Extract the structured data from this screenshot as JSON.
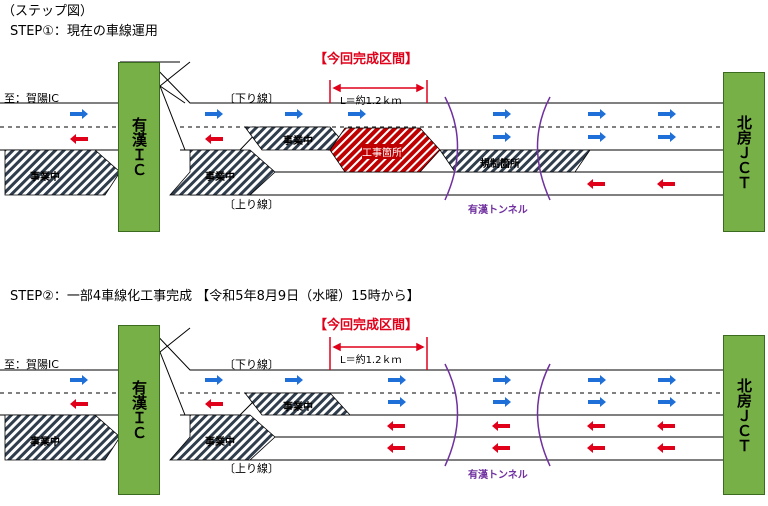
{
  "header": {
    "title": "（ステップ図）"
  },
  "step1": {
    "caption": "STEP①：現在の車線運用",
    "section_title": "【今回完成区間】",
    "length": "L＝約1.2ｋｍ",
    "to_label": "至：賀陽IC",
    "down_line": "〔下り線〕",
    "up_line": "〔上り線〕",
    "ic_name": "有漢ＩＣ",
    "jct_name": "北房ＪＣＴ",
    "under_construction_1": "事業中",
    "under_construction_2": "事業中",
    "under_construction_3": "事業中",
    "work_site": "工事箇所",
    "restricted": "規制箇所",
    "tunnel": "有漢トンネル"
  },
  "step2": {
    "caption": "STEP②：一部4車線化工事完成 【令和5年8月9日（水曜）15時から】",
    "section_title": "【今回完成区間】",
    "length": "L＝約1.2ｋｍ",
    "to_label": "至：賀陽IC",
    "down_line": "〔下り線〕",
    "up_line": "〔上り線〕",
    "ic_name": "有漢ＩＣ",
    "jct_name": "北房ＪＣＴ",
    "under_construction_1": "事業中",
    "under_construction_2": "事業中",
    "under_construction_3": "事業中",
    "tunnel": "有漢トンネル"
  },
  "colors": {
    "ic_green": "#76b046",
    "arrow_blue": "#1f6fd8",
    "arrow_red": "#e0001a",
    "tunnel_purple": "#7030a0",
    "work_red": "#c00000"
  }
}
